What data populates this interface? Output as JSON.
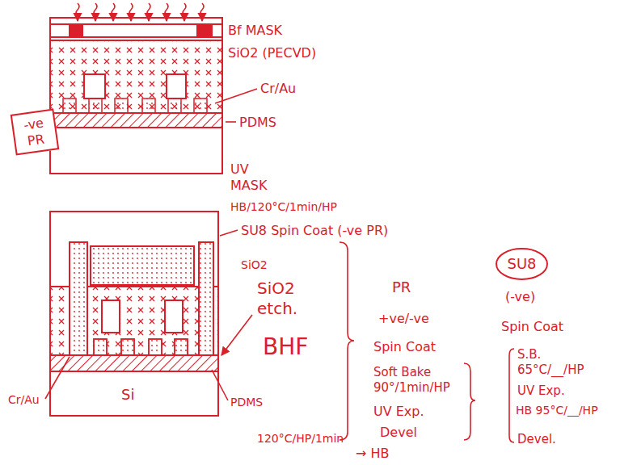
{
  "diagram": {
    "nodes": [
      {
        "text": [
          "-ve PR"
        ]
      },
      {
        "text": [
          "SU8"
        ]
      }
    ],
    "labels": [
      "Bf MASK",
      "SiO2 (PECVD)",
      "Cr/Au",
      "PDMS",
      "UV MASK",
      "HB/120°C/1min/HP",
      "SU8 Spin Coat (-ve PR)",
      "SiO2",
      "SiO2 etch.",
      "BHF",
      "Cr/Au",
      "Si",
      "PDMS",
      "PR",
      "+ve/-ve",
      "Spin Coat",
      "Soft Bake 90°/1min/HP",
      "UV Exp.",
      "120°C/HP/1min",
      "Devel",
      "→ HB",
      "(-ve)",
      "Spin Coat",
      "S.B. 65°C/__/HP",
      "UV Exp.",
      "HB 95°C/__/HP",
      "Devel."
    ]
  }
}
